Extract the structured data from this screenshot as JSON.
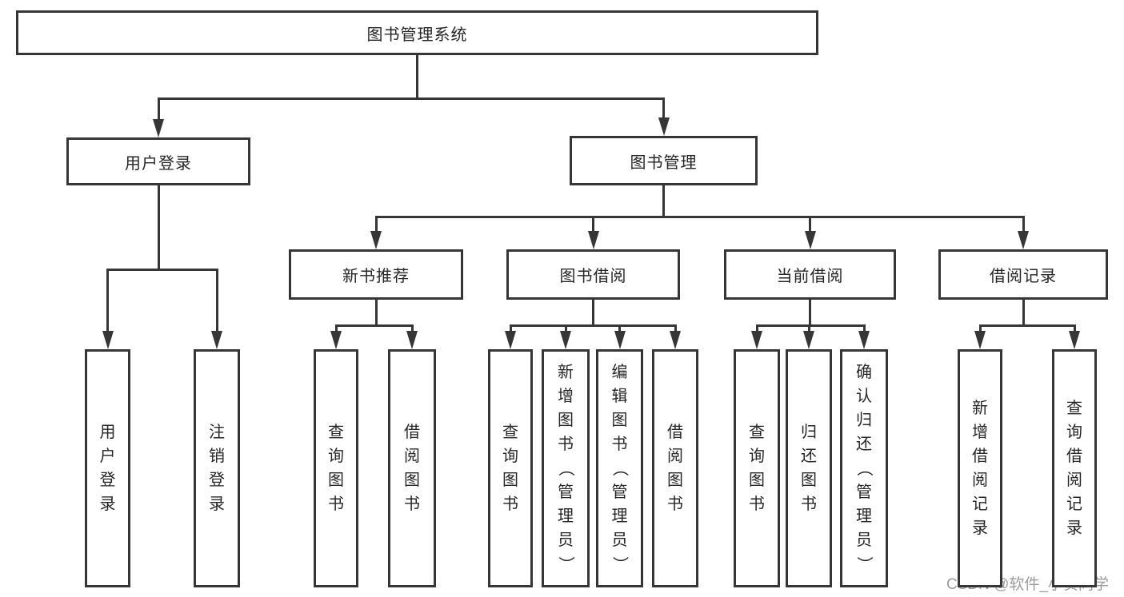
{
  "diagram_title": "图书管理系统",
  "colors": {
    "line": "#363636",
    "text": "#262626",
    "background": "#ffffff",
    "watermark": "#9b9b9b"
  },
  "watermark": {
    "text": "CSDN @软件_小贺同学"
  },
  "nodes": [
    {
      "id": "root",
      "label": "图书管理系统",
      "vertical": false
    },
    {
      "id": "login",
      "label": "用户登录",
      "vertical": false
    },
    {
      "id": "mgmt",
      "label": "图书管理",
      "vertical": false
    },
    {
      "id": "rec",
      "label": "新书推荐",
      "vertical": false
    },
    {
      "id": "borrow",
      "label": "图书借阅",
      "vertical": false
    },
    {
      "id": "current",
      "label": "当前借阅",
      "vertical": false
    },
    {
      "id": "records",
      "label": "借阅记录",
      "vertical": false
    },
    {
      "id": "login-user",
      "label": "用户登录",
      "vertical": true
    },
    {
      "id": "login-logout",
      "label": "注销登录",
      "vertical": true
    },
    {
      "id": "rec-query",
      "label": "查询图书",
      "vertical": true
    },
    {
      "id": "rec-borrow",
      "label": "借阅图书",
      "vertical": true
    },
    {
      "id": "borrow-query",
      "label": "查询图书",
      "vertical": true
    },
    {
      "id": "borrow-add",
      "label": "新增图书（管理员）",
      "vertical": true
    },
    {
      "id": "borrow-edit",
      "label": "编辑图书（管理员）",
      "vertical": true
    },
    {
      "id": "borrow-lend",
      "label": "借阅图书",
      "vertical": true
    },
    {
      "id": "current-query",
      "label": "查询图书",
      "vertical": true
    },
    {
      "id": "current-return",
      "label": "归还图书",
      "vertical": true
    },
    {
      "id": "current-confirm",
      "label": "确认归还（管理员）",
      "vertical": true
    },
    {
      "id": "records-add",
      "label": "新增借阅记录",
      "vertical": true
    },
    {
      "id": "records-query",
      "label": "查询借阅记录",
      "vertical": true
    }
  ],
  "edges": [
    {
      "parent": "root",
      "children": [
        "login",
        "mgmt"
      ]
    },
    {
      "parent": "login",
      "children": [
        "login-user",
        "login-logout"
      ]
    },
    {
      "parent": "mgmt",
      "children": [
        "rec",
        "borrow",
        "current",
        "records"
      ]
    },
    {
      "parent": "rec",
      "children": [
        "rec-query",
        "rec-borrow"
      ]
    },
    {
      "parent": "borrow",
      "children": [
        "borrow-query",
        "borrow-add",
        "borrow-edit",
        "borrow-lend"
      ]
    },
    {
      "parent": "current",
      "children": [
        "current-query",
        "current-return",
        "current-confirm"
      ]
    },
    {
      "parent": "records",
      "children": [
        "records-add",
        "records-query"
      ]
    }
  ]
}
